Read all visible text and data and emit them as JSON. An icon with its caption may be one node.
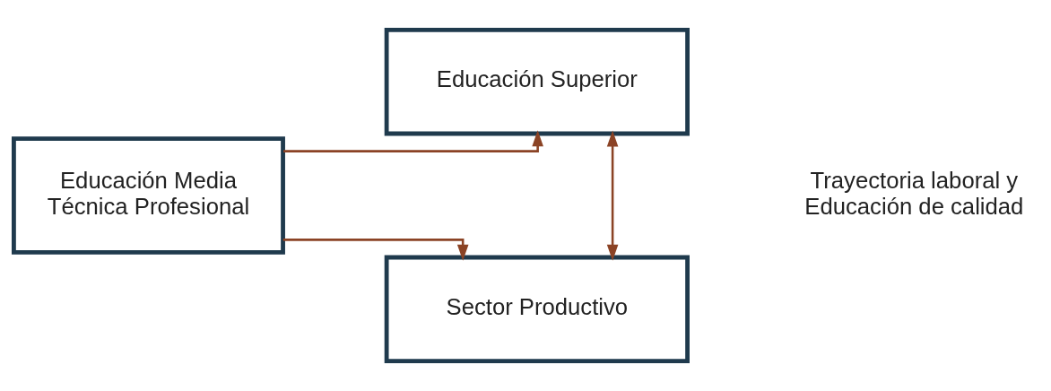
{
  "diagram": {
    "nodes": [
      {
        "text": [
          "Educación Media Técnica Profesional"
        ]
      },
      {
        "text": [
          "Educación Superior"
        ]
      },
      {
        "text": [
          "Sector Productivo"
        ]
      }
    ],
    "edges": [
      {
        "from": 0,
        "to": 1,
        "arrow": "to"
      },
      {
        "from": 0,
        "to": 2,
        "arrow": "to"
      },
      {
        "from": 1,
        "to": 2,
        "arrow": "both"
      }
    ],
    "labels": [
      "Trayectoria laboral y Educación de calidad"
    ]
  }
}
